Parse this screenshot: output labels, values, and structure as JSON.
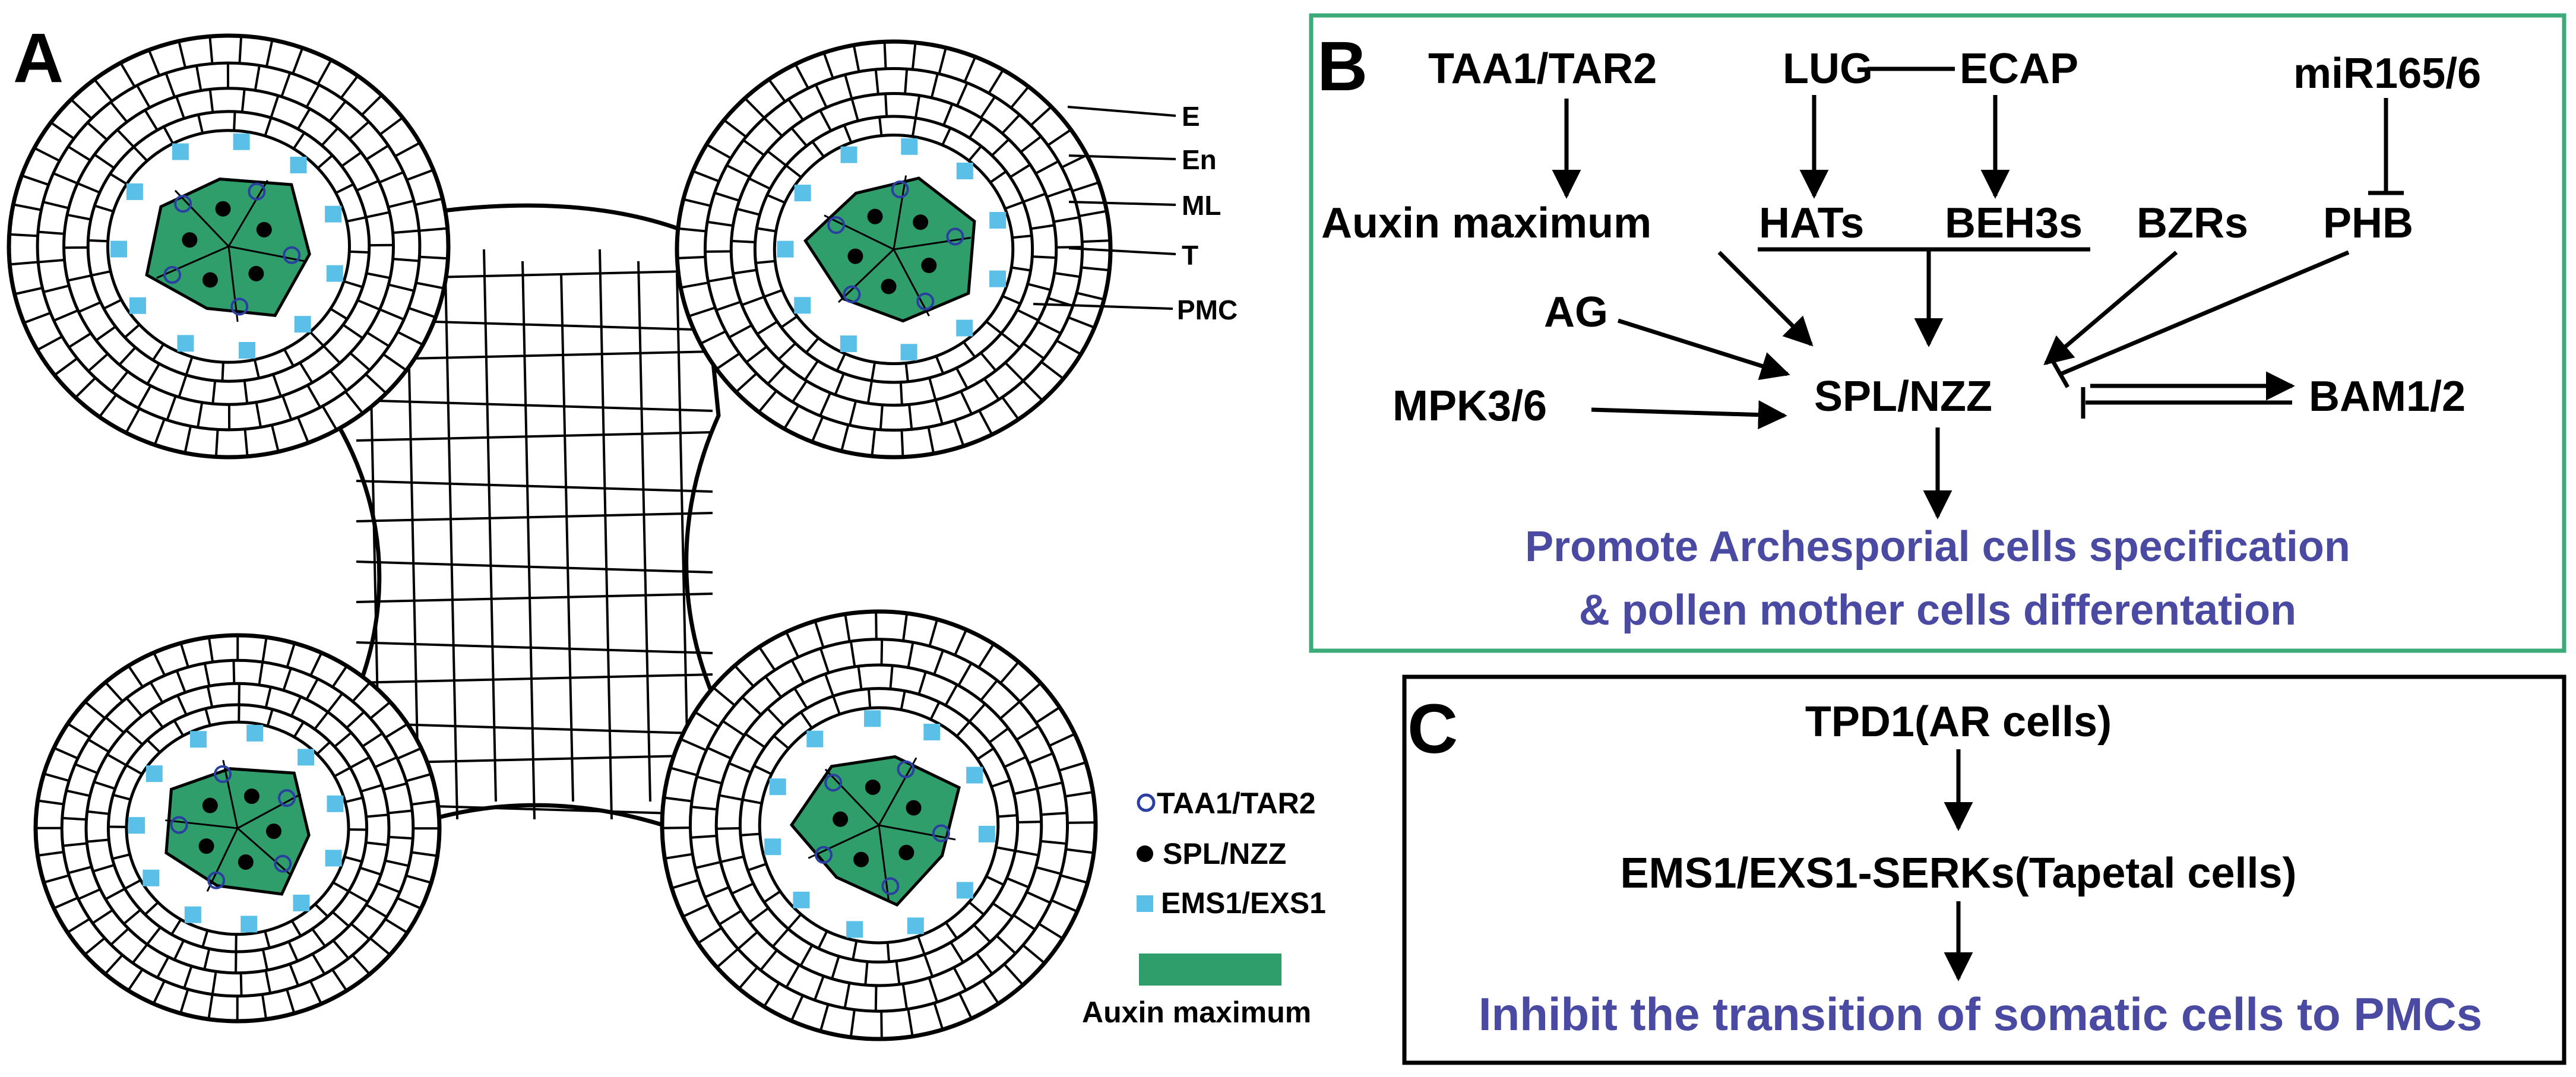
{
  "panels": {
    "a": {
      "letter": "A"
    },
    "b": {
      "letter": "B"
    },
    "c": {
      "letter": "C"
    }
  },
  "panel_a": {
    "layer_labels": [
      "E",
      "En",
      "ML",
      "T",
      "PMC"
    ],
    "legend": {
      "taa1": "TAA1/TAR2",
      "spl": "SPL/NZZ",
      "ems1": "EMS1/EXS1",
      "auxin": "Auxin maximum"
    },
    "colors": {
      "auxin_green": "#2f9e6b",
      "ems1_blue": "#5bc0e8",
      "taa1_ring": "#2a3fa0",
      "spl_dot": "#000000"
    }
  },
  "panel_b": {
    "nodes": {
      "taa1": "TAA1/TAR2",
      "lug": "LUG",
      "ecap": "ECAP",
      "mir": "miR165/6",
      "auxin": "Auxin maximum",
      "hats": "HATs",
      "beh3s": "BEH3s",
      "bzrs": "BZRs",
      "phb": "PHB",
      "ag": "AG",
      "mpk": "MPK3/6",
      "spl": "SPL/NZZ",
      "bam": "BAM1/2"
    },
    "outcome_line1": "Promote Archesporial cells specification",
    "outcome_line2": "& pollen mother cells differentation",
    "border_color": "#3daa7a"
  },
  "panel_c": {
    "top": "TPD1(AR cells)",
    "middle": "EMS1/EXS1-SERKs(Tapetal cells)",
    "bottom": "Inhibit the transition of somatic cells to PMCs",
    "border_color": "#000000"
  }
}
